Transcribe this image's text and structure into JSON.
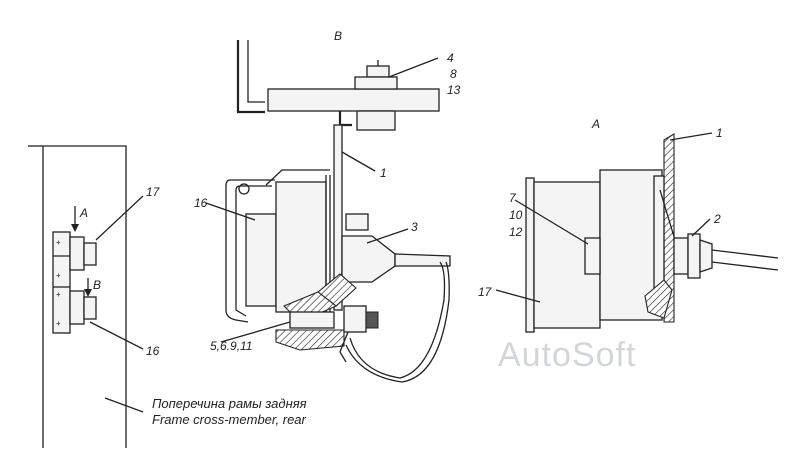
{
  "views": {
    "frame": {
      "view_arrow_a": "A",
      "view_arrow_b": "B",
      "ref_17": "17",
      "ref_16": "16",
      "caption_ru": "Поперечина рамы задняя",
      "caption_en": "Frame cross-member, rear"
    },
    "view_b": {
      "title": "B",
      "ref_4": "4",
      "ref_8": "8",
      "ref_13": "13",
      "ref_1": "1",
      "ref_16": "16",
      "ref_3": "3",
      "ref_5_6_9_11": "5,6.9,11"
    },
    "view_a": {
      "title": "A",
      "ref_1": "1",
      "ref_7": "7",
      "ref_10": "10",
      "ref_12": "12",
      "ref_2": "2",
      "ref_17": "17"
    }
  },
  "watermark": "AutoSoft"
}
